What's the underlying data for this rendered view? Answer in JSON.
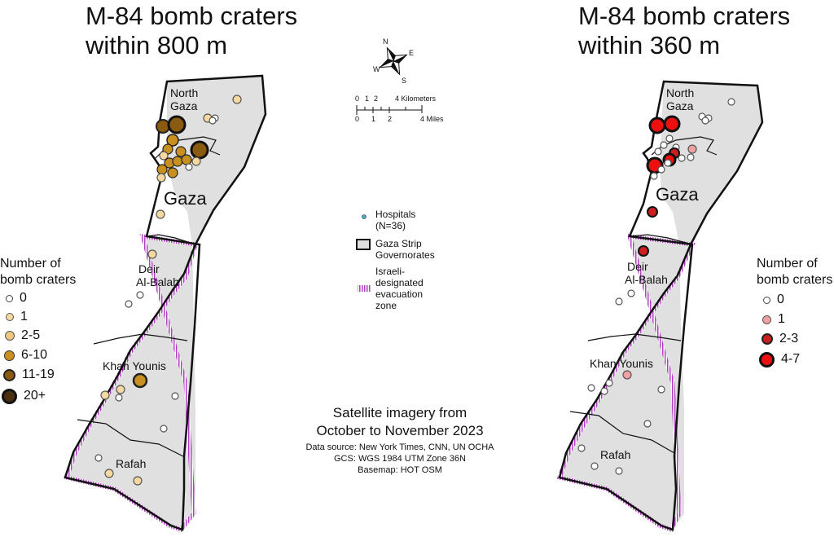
{
  "left_map": {
    "title_line1": "M-84 bomb craters",
    "title_line2": "within 800 m",
    "regions": {
      "north_gaza_1": "North",
      "north_gaza_2": "Gaza",
      "gaza": "Gaza",
      "deir_1": "Deir",
      "deir_2": "Al-Balah",
      "khan_younis": "Khan Younis",
      "rafah": "Rafah"
    },
    "legend": {
      "title_line1": "Number of",
      "title_line2": "bomb craters",
      "classes": [
        "0",
        "1",
        "2-5",
        "6-10",
        "11-19",
        "20+"
      ]
    }
  },
  "right_map": {
    "title_line1": "M-84 bomb craters",
    "title_line2": "within 360 m",
    "regions": {
      "north_gaza_1": "North",
      "north_gaza_2": "Gaza",
      "gaza": "Gaza",
      "deir_1": "Deir",
      "deir_2": "Al-Balah",
      "khan_younis": "Khan Younis",
      "rafah": "Rafah"
    },
    "legend": {
      "title_line1": "Number of",
      "title_line2": "bomb craters",
      "classes": [
        "0",
        "1",
        "2-3",
        "4-7"
      ]
    }
  },
  "compass": {
    "n": "N",
    "e": "E",
    "s": "S",
    "w": "W"
  },
  "scalebar": {
    "km_labels": [
      "0",
      "1",
      "2",
      "4 Kilometers"
    ],
    "mi_labels": [
      "0",
      "1",
      "2",
      "4 Miles"
    ]
  },
  "center_legend": {
    "hospitals_line1": "Hospitals",
    "hospitals_line2": "(N=36)",
    "governorates_line1": "Gaza Strip",
    "governorates_line2": "Governorates",
    "evac_line1": "Israeli-",
    "evac_line2": "designated",
    "evac_line3": "evacuation",
    "evac_line4": "zone"
  },
  "footer": {
    "line1": "Satellite imagery from",
    "line2": "October to November 2023",
    "source": "Data source: New York Times, CNN, UN OCHA",
    "gcs": "GCS: WGS 1984 UTM Zone 36N",
    "basemap": "Basemap: HOT OSM"
  },
  "colors": {
    "land": "#e0e0e0",
    "outline": "#111111",
    "evac": "#b040c0",
    "hospital": "#40b0c0",
    "left_scale": [
      "#ffffff",
      "#f5d9a0",
      "#eec780",
      "#c8901e",
      "#8a5a10",
      "#4a3010"
    ],
    "right_scale": [
      "#ffffff",
      "#f0a0a0",
      "#cc2020",
      "#ee1010"
    ]
  }
}
